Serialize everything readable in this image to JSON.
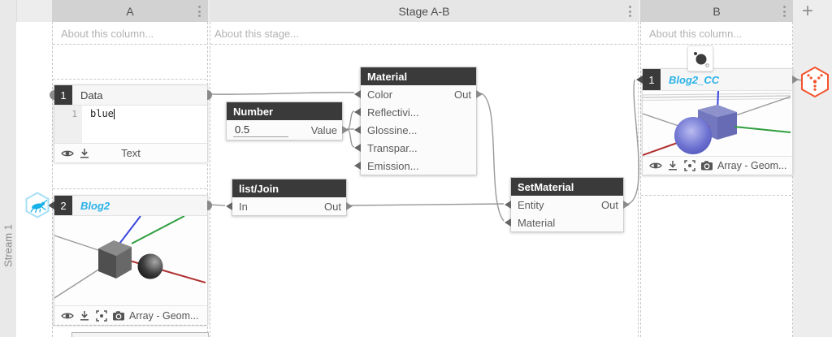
{
  "stream": {
    "label": "Stream 1"
  },
  "columns": {
    "a": {
      "title": "A",
      "about": "About this column..."
    },
    "stage": {
      "title": "Stage A-B",
      "about": "About this stage..."
    },
    "b": {
      "title": "B",
      "about": "About this column..."
    }
  },
  "add_column": {
    "label": "+"
  },
  "cards": {
    "data": {
      "index": "1",
      "title": "Data",
      "line_number": "1",
      "code": "blue",
      "footer_label": "Text"
    },
    "blog2": {
      "index": "2",
      "title": "Blog2",
      "footer_label": "Array - Geom..."
    },
    "blog2cc": {
      "index": "1",
      "title": "Blog2_CC",
      "footer_label": "Array - Geom..."
    }
  },
  "nodes": {
    "number": {
      "title": "Number",
      "value": "0.5",
      "out_label": "Value"
    },
    "material": {
      "title": "Material",
      "out_label": "Out",
      "inputs": [
        "Color",
        "Reflectivi...",
        "Glossine...",
        "Transpar...",
        "Emission..."
      ]
    },
    "list_join": {
      "title": "list/Join",
      "in_label": "In",
      "out_label": "Out"
    },
    "set_material": {
      "title": "SetMaterial",
      "inputs": [
        "Entity",
        "Material"
      ],
      "out_label": "Out"
    }
  },
  "colors": {
    "accent_cyan": "#29b2e8",
    "accent_orange": "#f2542d",
    "node_header": "#3a3a3a",
    "wire": "#999999",
    "axis_red": "#b03030",
    "axis_green": "#2e9e3e",
    "axis_blue": "#3a46e0"
  }
}
